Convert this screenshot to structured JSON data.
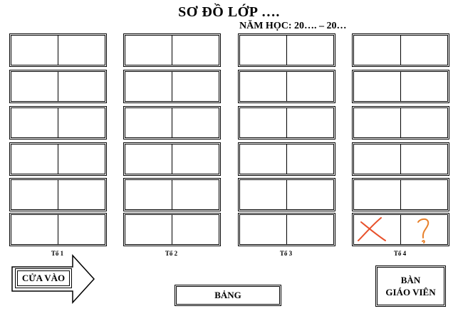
{
  "title": "SƠ ĐỒ LỚP ….",
  "subtitle": "NĂM HỌC: 20…. – 20…",
  "groups": [
    {
      "label": "Tổ 1",
      "rows": 6
    },
    {
      "label": "Tổ 2",
      "rows": 6
    },
    {
      "label": "Tổ 3",
      "rows": 6
    },
    {
      "label": "Tổ 4",
      "rows": 6
    }
  ],
  "door": {
    "label": "CỬA VÀO"
  },
  "board": {
    "label": "BẢNG"
  },
  "teacher_desk": {
    "line1": "BÀN",
    "line2": "GIÁO VIÊN"
  },
  "annotations": {
    "cross_color": "#e8502a",
    "question_color": "#e8802a",
    "cross_icon": "x-mark-icon",
    "question_icon": "question-mark-icon"
  }
}
